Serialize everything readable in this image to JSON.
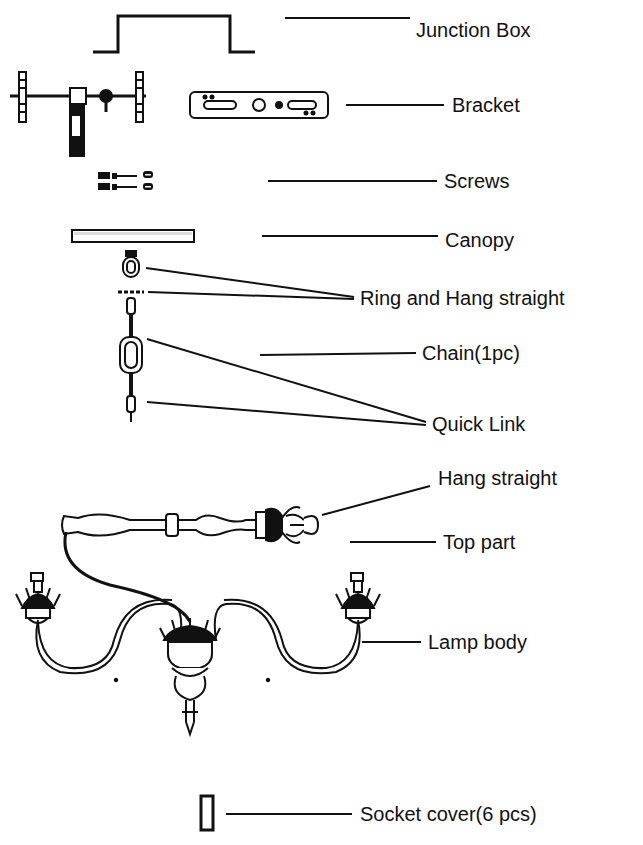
{
  "diagram": {
    "labels": [
      "Junction Box",
      "Bracket",
      "Screws",
      "Canopy",
      "Ring and Hang straight",
      "Chain(1pc)",
      "Quick Link",
      "Hang straight",
      "Top part",
      "Lamp body",
      "Socket cover(6 pcs)"
    ]
  }
}
